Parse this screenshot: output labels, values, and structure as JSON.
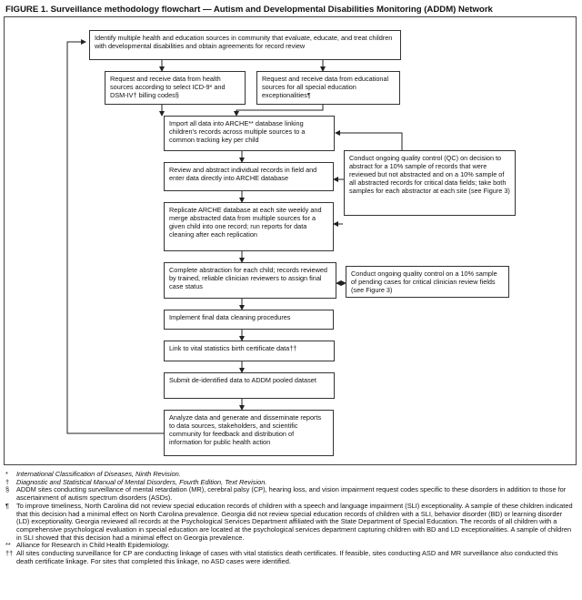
{
  "title": "FIGURE 1. Surveillance methodology flowchart — Autism and Developmental Disabilities Monitoring (ADDM) Network",
  "boxes": {
    "identify": "Identify multiple health and education sources in community that evaluate, educate, and treat children with developmental disabilities and obtain agreements for record review",
    "health": "Request and receive data from health sources according to select ICD-9* and DSM-IV† billing codes§",
    "education": "Request and receive data from educational sources for all special education exceptionalities¶",
    "import": "Import all data into ARCHE** database linking children's records across multiple sources to a common tracking key per child",
    "review": "Review and abstract individual records in field and enter data directly into ARCHE database",
    "replicate": "Replicate ARCHE database at each site weekly and merge abstracted data from multiple sources for a given child into one record; run reports for data cleaning after each replication",
    "qc1": "Conduct ongoing quality control (QC) on decision to abstract for a 10% sample of records that were reviewed but not abstracted and on a 10% sample of all abstracted records for critical data fields; take both samples for each abstractor at each site (see Figure 3)",
    "complete": "Complete abstraction for each child; records reviewed by trained, reliable clinician reviewers to assign final case status",
    "qc2": "Conduct ongoing quality control on a 10% sample of pending cases for critical clinician review fields (see Figure 3)",
    "cleaning": "Implement final data cleaning procedures",
    "link": "Link to vital statistics birth certificate data††",
    "submit": "Submit de-identified data to ADDM pooled dataset",
    "analyze": "Analyze data and generate and disseminate reports to data sources, stakeholders, and scientific community for feedback and distribution of information for public health action"
  },
  "footnotes": [
    {
      "mark": "*",
      "text": "International Classification of Diseases, Ninth Revision."
    },
    {
      "mark": "†",
      "text": "Diagnostic and Statistical Manual of Mental Disorders, Fourth Edition, Text Revision."
    },
    {
      "mark": "§",
      "text": "ADDM sites conducting surveillance of mental retardation (MR), cerebral palsy (CP), hearing loss, and vision impairment request codes specific to these disorders in addition to those for ascertainment of autism spectrum disorders (ASDs)."
    },
    {
      "mark": "¶",
      "text": "To improve timeliness, North Carolina did not review special education records of children with a speech and language impairment (SLI) exceptionality. A sample of these children indicated that this decision had a minimal effect on North Carolina prevalence. Georgia did not review special education records of children with a SLI, behavior disorder (BD) or learning disorder (LD) exceptionality. Georgia reviewed all records at the Psychological Services Department affiliated with the State Department of Special Education. The records of all children with a comprehensive psychological evaluation in special education are located at the psychological services department capturing children with BD and LD exceptionalities. A sample of children in SLI showed that this decision had a minimal effect on Georgia prevalence."
    },
    {
      "mark": "**",
      "text": "Alliance for Research in Child Health Epidemiology."
    },
    {
      "mark": "††",
      "text": "All sites conducting surveillance for CP are conducting linkage of cases with vital statistics death certificates. If feasible, sites conducting ASD and MR surveillance also conducted this death certificate linkage. For sites that completed this linkage, no ASD cases were identified."
    }
  ]
}
